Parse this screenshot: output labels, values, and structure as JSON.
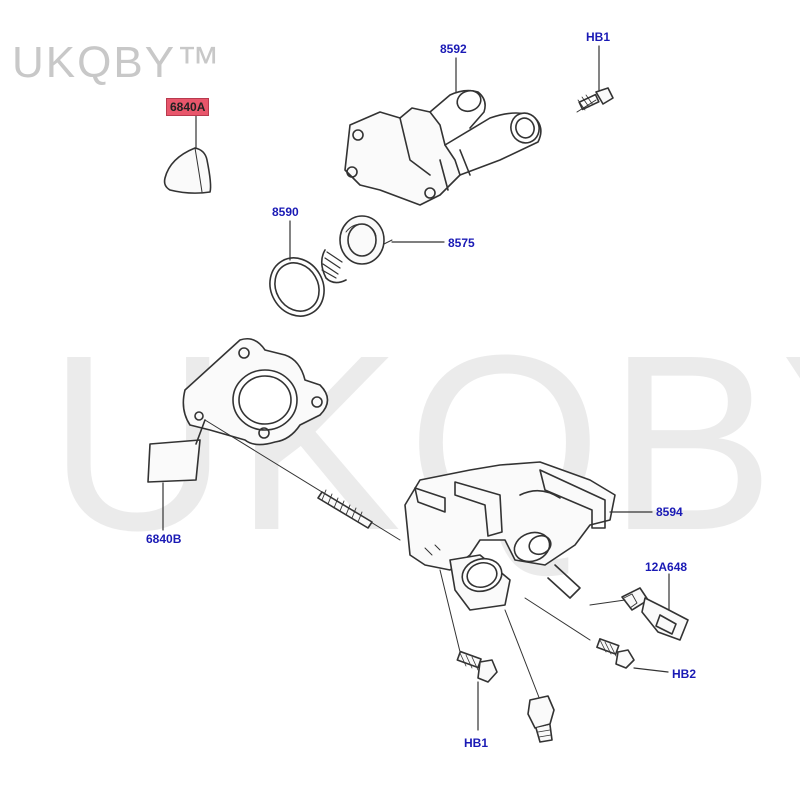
{
  "watermark": {
    "small": "UKQBY™",
    "large": "UKQBY™"
  },
  "callouts": {
    "c6840A": "6840A",
    "c8592": "8592",
    "cHB1top": "HB1",
    "c8590": "8590",
    "c8575": "8575",
    "c6840B": "6840B",
    "c8594": "8594",
    "c12A648": "12A648",
    "cHB2": "HB2",
    "cHB1bottom": "HB1"
  },
  "colors": {
    "callout_text": "#1a1ab5",
    "highlight": "#e8566b",
    "line_art": "#333333"
  }
}
